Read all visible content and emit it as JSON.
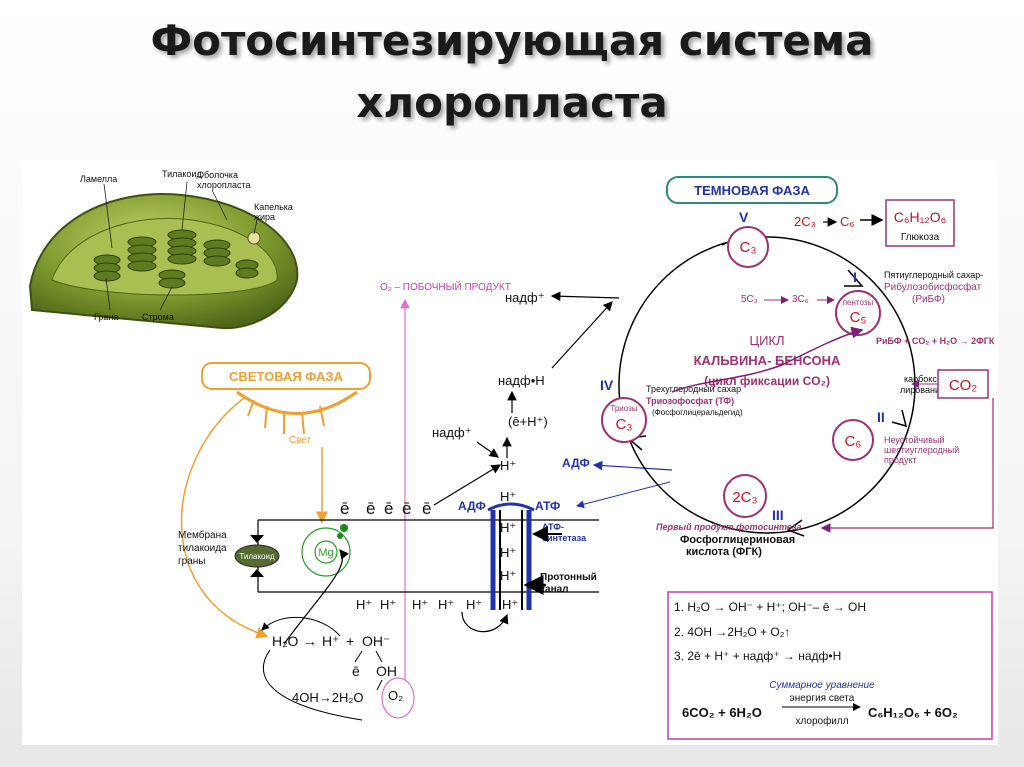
{
  "title_line1": "Фотосинтезирующая система",
  "title_line2": "хлоропласта",
  "chloroplast": {
    "lamella": "Ламелла",
    "thylakoid": "Тилакоид",
    "envelope1": "Оболочка",
    "envelope2": "хлоропласта",
    "droplet1": "Капелька",
    "droplet2": "жира",
    "grana": "Грана",
    "stroma": "Строма"
  },
  "light_phase": "СВЕТОВАЯ ФАЗА",
  "light": "Свет",
  "o2_label": "O₂ – ПОБОЧНЫЙ ПРОДУКТ",
  "membrane": {
    "l1": "Мембрана",
    "l2": "тилакоида",
    "l3": "граны",
    "thylakoid_oval": "Тилакоид",
    "mg": "Mg"
  },
  "electrons": [
    "ē",
    "ē",
    "ē",
    "ē",
    "ē"
  ],
  "nadp_plus_top": "надф⁺",
  "nadp_h_top": "надф•Н",
  "e_hplus": "(ē+H⁺)",
  "nadp_plus_mid": "надф⁺",
  "h_plus": "H⁺",
  "adf_left": "АДФ",
  "adf_right": "АДФ",
  "atf": "АТФ",
  "atp_synthase1": "АТФ-",
  "atp_synthase2": "синтетаза",
  "proton1": "Протонный",
  "proton2": "канал",
  "hplus_row": [
    "H⁺",
    "H⁺",
    "H⁺",
    "H⁺",
    "H⁺"
  ],
  "water_split": {
    "h2o": "H₂O",
    "arrow": "→",
    "hplus": "H⁺",
    "plus": "+",
    "oh": "OH⁻",
    "e": "ē",
    "oh2": "OH",
    "eq_left": "4OH→2H₂O",
    "o2": "O₂"
  },
  "dark_phase": "ТЕМНОВАЯ ФАЗА",
  "cycle": {
    "l1": "ЦИКЛ",
    "l2": "КАЛЬВИНА- БЕНСОНА",
    "l3": "(цикл фиксации CO₂)",
    "roman": [
      "V",
      "I",
      "II",
      "III",
      "IV"
    ],
    "c3_top": "C₃",
    "c5": "C₅",
    "c6": "C₆",
    "two_c3": "2C₃",
    "c3_left": "C₃",
    "pentoses": "пентозы",
    "trioses": "Триозы",
    "2c3_c6": "2C₃",
    "arrow_c6": "C₆",
    "glucose_formula": "C₆H₁₂O₆",
    "glucose": "Глюкоза",
    "5c3": "5C₃",
    "3c6": "3C₆",
    "ribf_t1": "Пятиуглеродный сахар-",
    "ribf_t2": "Рибулозобисфосфат",
    "ribf_t3": "(РиБФ)",
    "ribf_eq": "РиБФ + CO₂ + H₂O → 2ФГК",
    "carb1": "карбокси-",
    "carb2": "лирование",
    "co2": "CO₂",
    "c6_t1": "Неустойчивый",
    "c6_t2": "шестиуглеродный",
    "c6_t3": "продукт",
    "pgk_t1": "Первый продукт фотосинтеза",
    "pgk_t2": "Фосфоглицериновая",
    "pgk_t3": "кислота (ФГК)",
    "tf_t1": "Трехуглеродный сахар",
    "tf_t2": "Триозофосфат (ТФ)",
    "tf_t3": "(Фосфоглицеральдегид)"
  },
  "equations": {
    "e1": "1.  H₂O → OH⁻ + H⁺;    OH⁻– ē → OH",
    "e2": "2.  4OH →2H₂O + O₂↑",
    "e3": "3.  2ē + H⁺ + надф⁺ → надф•Н",
    "summary": "Суммарное уравнение",
    "energy": "энергия света",
    "left": "6CO₂ + 6H₂O",
    "chl": "хлорофилл",
    "right": "C₆H₁₂O₆ + 6O₂"
  }
}
